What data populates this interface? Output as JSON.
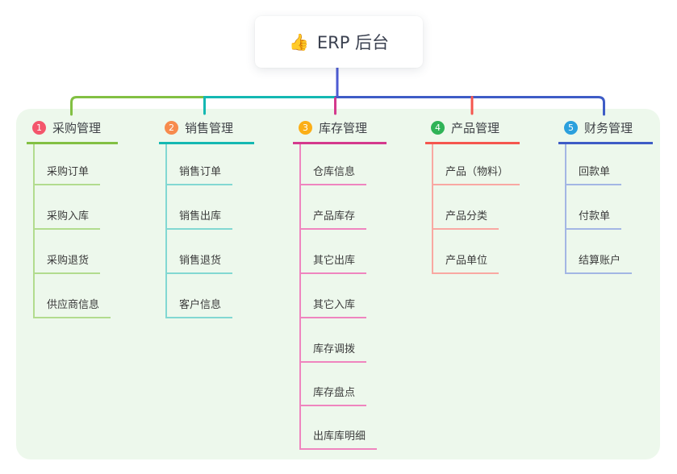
{
  "root": {
    "icon": "👍",
    "title": "ERP 后台"
  },
  "branches": [
    {
      "num": "1",
      "title": "采购管理",
      "color": "#82c043",
      "light_color": "#b2dc8e",
      "badge_color": "#f4566c",
      "children": [
        "采购订单",
        "采购入库",
        "采购退货",
        "供应商信息"
      ]
    },
    {
      "num": "2",
      "title": "销售管理",
      "color": "#14b8b2",
      "light_color": "#82d8d2",
      "badge_color": "#f78b4d",
      "children": [
        "销售订单",
        "销售出库",
        "销售退货",
        "客户信息"
      ]
    },
    {
      "num": "3",
      "title": "库存管理",
      "color": "#d43a8d",
      "light_color": "#ef85bf",
      "badge_color": "#fbaf17",
      "children": [
        "仓库信息",
        "产品库存",
        "其它出库",
        "其它入库",
        "库存调拨",
        "库存盘点",
        "出库库明细"
      ]
    },
    {
      "num": "4",
      "title": "产品管理",
      "color": "#f5564e",
      "light_color": "#f9a8a2",
      "badge_color": "#2fb357",
      "children": [
        "产品（物料）",
        "产品分类",
        "产品单位"
      ]
    },
    {
      "num": "5",
      "title": "财务管理",
      "color": "#3e5cc6",
      "light_color": "#a3b6e4",
      "badge_color": "#2ba0dd",
      "children": [
        "回款单",
        "付款单",
        "结算账户"
      ]
    }
  ],
  "colors": {
    "panel_bg": "#edf8ec",
    "root_connector": "#4d5bd3",
    "canvas_bg": "#ffffff"
  }
}
